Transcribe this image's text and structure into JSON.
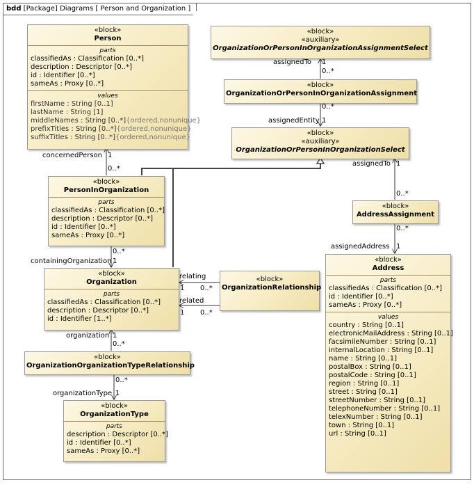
{
  "frame": {
    "kind": "bdd",
    "label": "[Package] Diagrams [ Person and Organization ]"
  },
  "blocks": {
    "person": {
      "stereo": "«block»",
      "name": "Person",
      "parts": [
        "classifiedAs : Classification [0..*]",
        "description : Descriptor [0..*]",
        "id : Identifier [0..*]",
        "sameAs : Proxy [0..*]"
      ],
      "values": [
        {
          "text": "firstName : String [0..1]",
          "cons": ""
        },
        {
          "text": "lastName : String [1]",
          "cons": ""
        },
        {
          "text": "middleNames : String [0..*]",
          "cons": "{ordered,nonunique}"
        },
        {
          "text": "prefixTitles : String [0..*]",
          "cons": "{ordered,nonunique}"
        },
        {
          "text": "suffixTitles : String [0..*]",
          "cons": "{ordered,nonunique}"
        }
      ]
    },
    "oopioaSelect": {
      "stereo": "«block»",
      "stereo2": "«auxiliary»",
      "name": "OrganizationOrPersonInOrganizationAssignmentSelect"
    },
    "oopioAssignment": {
      "stereo": "«block»",
      "name": "OrganizationOrPersonInOrganizationAssignment"
    },
    "oopioSelect": {
      "stereo": "«block»",
      "stereo2": "«auxiliary»",
      "name": "OrganizationOrPersonInOrganizationSelect"
    },
    "pio": {
      "stereo": "«block»",
      "name": "PersonInOrganization",
      "parts": [
        "classifiedAs : Classification [0..*]",
        "description : Descriptor [0..*]",
        "id : Identifier [0..*]",
        "sameAs : Proxy [0..*]"
      ]
    },
    "addrAssign": {
      "stereo": "«block»",
      "name": "AddressAssignment"
    },
    "org": {
      "stereo": "«block»",
      "name": "Organization",
      "parts": [
        "classifiedAs : Classification [0..*]",
        "description : Descriptor [0..*]",
        "id : Identifier [1..*]"
      ]
    },
    "orgRel": {
      "stereo": "«block»",
      "name": "OrganizationRelationship"
    },
    "address": {
      "stereo": "«block»",
      "name": "Address",
      "parts": [
        "classifiedAs : Classification [0..*]",
        "id : Identifier [0..*]",
        "sameAs : Proxy [0..*]"
      ],
      "values": [
        "country : String [0..1]",
        "electronicMailAddress : String [0..1]",
        "facsimileNumber : String [0..1]",
        "internalLocation : String [0..1]",
        "name : String [0..1]",
        "postalBox : String [0..1]",
        "postalCode : String [0..1]",
        "region : String [0..1]",
        "street : String [0..1]",
        "streetNumber : String [0..1]",
        "telephoneNumber : String [0..1]",
        "telexNumber : String [0..1]",
        "town : String [0..1]",
        "url : String [0..1]"
      ]
    },
    "ootr": {
      "stereo": "«block»",
      "name": "OrganizationOrganizationTypeRelationship"
    },
    "orgType": {
      "stereo": "«block»",
      "name": "OrganizationType",
      "parts": [
        "description : Descriptor [0..*]",
        "id : Identifier [0..*]",
        "sameAs : Proxy [0..*]"
      ]
    }
  },
  "compartments": {
    "parts": "parts",
    "values": "values"
  },
  "labels": {
    "assignedTo1": "assignedTo",
    "assignedTo1_mult": "1",
    "assignedTo1_many": "0..*",
    "assignedEntity": "assignedEntity",
    "assignedEntity_many": "0..*",
    "assignedEntity_mult": "1",
    "assignedTo2": "assignedTo",
    "assignedTo2_mult": "1",
    "assignedTo2_many": "0..*",
    "assignedAddress": "assignedAddress",
    "assignedAddress_many": "0..*",
    "assignedAddress_mult": "1",
    "concernedPerson": "concernedPerson",
    "concernedPerson_mult": "1",
    "concernedPerson_many": "0..*",
    "containingOrganization": "containingOrganization",
    "containingOrganization_many": "0..*",
    "containingOrganization_mult": "1",
    "relating": "relating",
    "relating_mult": "1",
    "relating_many": "0..*",
    "related": "related",
    "related_mult": "1",
    "related_many": "0..*",
    "organization": "organization",
    "organization_mult": "1",
    "organization_many": "0..*",
    "organizationType": "organizationType",
    "organizationType_many": "0..*",
    "organizationType_mult": "1"
  }
}
